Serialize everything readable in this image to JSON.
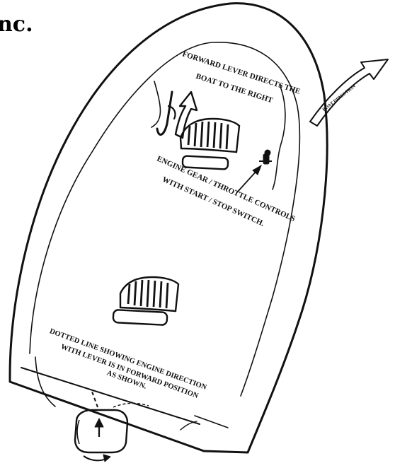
{
  "header": {
    "fragment": "nc."
  },
  "labels": {
    "forward_lever_line1": "FORWARD LEVER DIRECTS THE",
    "forward_lever_line2": "BOAT TO THE RIGHT",
    "engine_gear_line1": "ENGINE GEAR / THROTTLE CONTROLS",
    "engine_gear_line2": "WITH START / STOP SWITCH.",
    "dotted_line1": "DOTTED LINE SHOWING ENGINE DIRECTION",
    "dotted_line2": "WITH LEVER IS IN FORWARD POSITION",
    "dotted_line3": "AS SHOWN.",
    "boat_direction": "BOAT DIRECTION"
  },
  "colors": {
    "ink": "#111111",
    "background": "#ffffff"
  }
}
